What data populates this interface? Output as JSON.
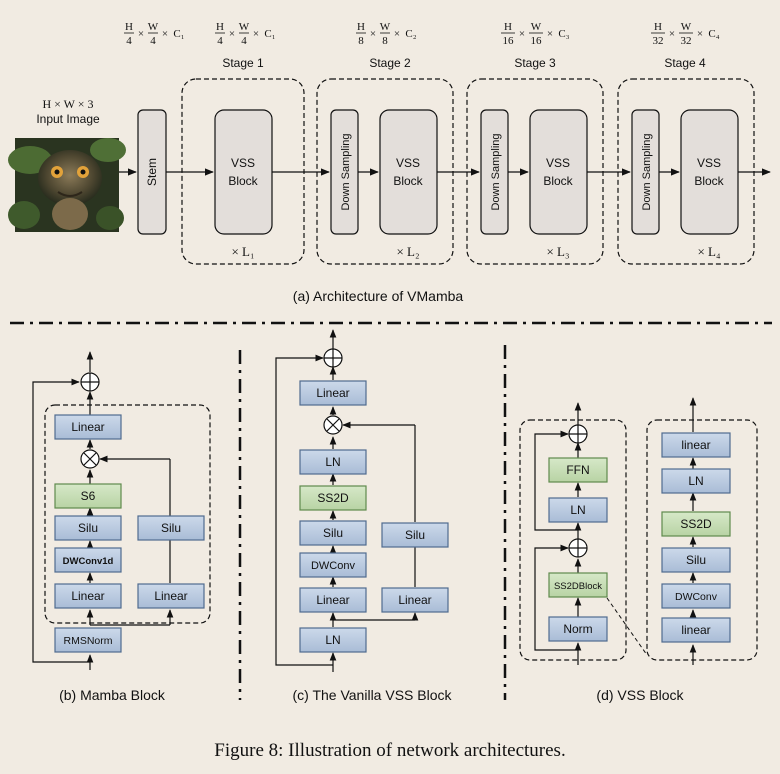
{
  "input": {
    "dims": "H × W × 3",
    "label": "Input Image"
  },
  "stage_dims": [
    {
      "num": "H",
      "den": "4",
      "num2": "W",
      "den2": "4",
      "channel": "C₁"
    },
    {
      "num": "H",
      "den": "4",
      "num2": "W",
      "den2": "4",
      "channel": "C₁"
    },
    {
      "num": "H",
      "den": "8",
      "num2": "W",
      "den2": "8",
      "channel": "C₂"
    },
    {
      "num": "H",
      "den": "16",
      "num2": "W",
      "den2": "16",
      "channel": "C₃"
    },
    {
      "num": "H",
      "den": "32",
      "num2": "W",
      "den2": "32",
      "channel": "C₄"
    }
  ],
  "stages": [
    {
      "title": "Stage 1",
      "repeat": "× L₁"
    },
    {
      "title": "Stage 2",
      "repeat": "× L₂"
    },
    {
      "title": "Stage 3",
      "repeat": "× L₃"
    },
    {
      "title": "Stage 4",
      "repeat": "× L₄"
    }
  ],
  "labels": {
    "stem": "Stem",
    "vss": "VSS",
    "block": "Block",
    "down_sampling": "Down Sampling"
  },
  "captions": {
    "a": "(a) Architecture of VMamba",
    "b": "(b) Mamba Block",
    "c": "(c) The Vanilla VSS Block",
    "d": "(d) VSS Block",
    "figure": "Figure 8: Illustration of network architectures."
  },
  "mamba_block": {
    "rmsnorm": "RMSNorm",
    "linear_left": "Linear",
    "linear_right": "Linear",
    "dwconv1d": "DWConv1d",
    "silu_left": "Silu",
    "silu_right": "Silu",
    "s6": "S6",
    "linear_top": "Linear"
  },
  "vanilla_vss": {
    "ln_bottom": "LN",
    "linear_left": "Linear",
    "linear_right": "Linear",
    "dwconv": "DWConv",
    "silu_left": "Silu",
    "silu_right": "Silu",
    "ss2d": "SS2D",
    "ln_top": "LN",
    "linear_top": "Linear"
  },
  "vss_block": {
    "norm": "Norm",
    "ss2dblock": "SS2DBlock",
    "ln": "LN",
    "ffn": "FFN"
  },
  "ss2d_detail": {
    "linear_bottom": "linear",
    "dwconv": "DWConv",
    "silu": "Silu",
    "ss2d": "SS2D",
    "ln": "LN",
    "linear_top": "linear"
  },
  "colors": {
    "background": "#f1ebe2",
    "block_blue": "#b4c5dc",
    "block_blue_border": "#4f6b8f",
    "block_green": "#c6ddb4",
    "block_green_border": "#5f8a4d",
    "stage_block": "#e3deda"
  }
}
